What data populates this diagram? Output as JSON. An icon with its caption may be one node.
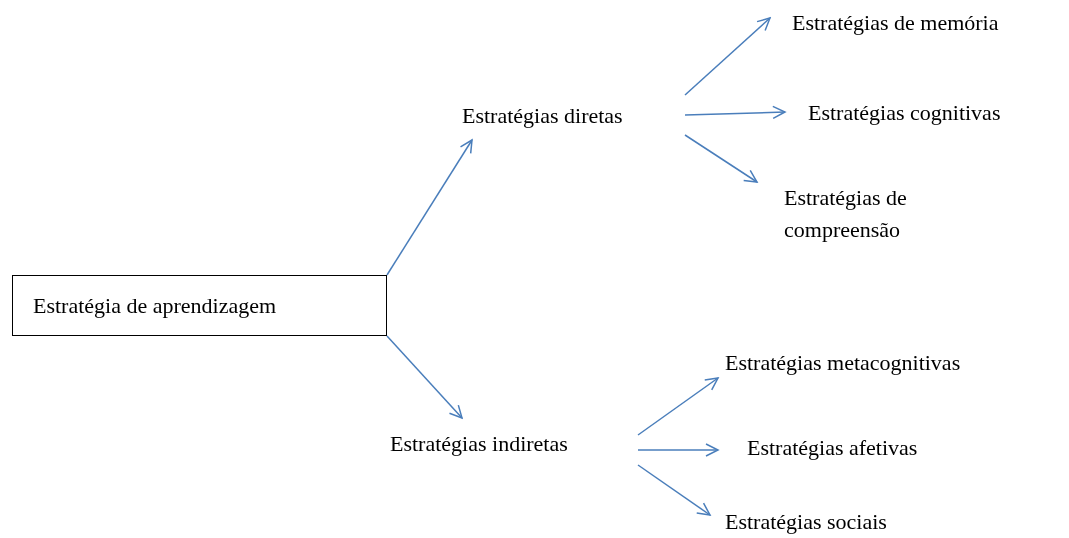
{
  "diagram": {
    "nodes": [
      {
        "text": [
          "Estratégia de aprendizagem"
        ]
      },
      {
        "text": [
          "Estratégias diretas"
        ]
      },
      {
        "text": [
          "Estratégias de memória"
        ]
      },
      {
        "text": [
          "Estratégias cognitivas"
        ]
      },
      {
        "text": [
          "Estratégias de compreensão"
        ]
      },
      {
        "text": [
          "Estratégias indiretas"
        ]
      },
      {
        "text": [
          "Estratégias metacognitivas"
        ]
      },
      {
        "text": [
          "Estratégias afetivas"
        ]
      },
      {
        "text": [
          "Estratégias sociais"
        ]
      }
    ],
    "edges": [
      {
        "from": 0,
        "to": 1,
        "arrow": "to"
      },
      {
        "from": 0,
        "to": 5,
        "arrow": "to"
      },
      {
        "from": 1,
        "to": 2,
        "arrow": "to"
      },
      {
        "from": 1,
        "to": 3,
        "arrow": "to"
      },
      {
        "from": 1,
        "to": 4,
        "arrow": "to"
      },
      {
        "from": 5,
        "to": 6,
        "arrow": "to"
      },
      {
        "from": 5,
        "to": 7,
        "arrow": "to"
      },
      {
        "from": 5,
        "to": 8,
        "arrow": "to"
      }
    ]
  }
}
